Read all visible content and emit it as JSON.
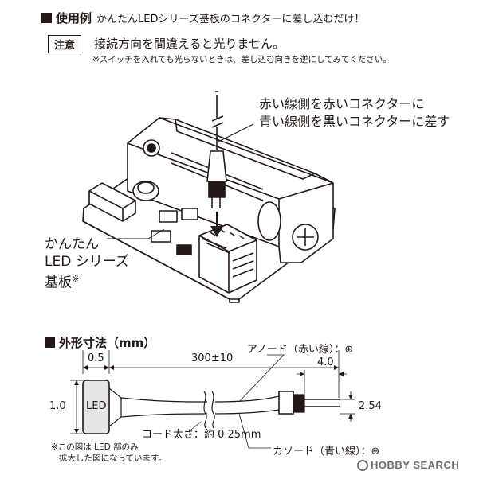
{
  "usage": {
    "heading": "使用例",
    "heading_tail": "かんたんLEDシリーズ基板のコネクターに差し込むだけ！",
    "caution_badge": "注意",
    "caution_text": "接続方向を間違えると光りません。",
    "caution_sub": "※スイッチを入れても光らないときは、差し込む向きを逆にしてみてください。",
    "callout_line1": "赤い線側を赤いコネクターに",
    "callout_line2": "青い線側を黒いコネクターに差す",
    "board_label_line1": "かんたん",
    "board_label_line2": "LED シリーズ",
    "board_label_line3": "基板",
    "board_label_mark": "※"
  },
  "dimensions": {
    "heading": "外形寸法（mm）",
    "dim_05": "0.5",
    "dim_300": "300±10",
    "anode_label": "アノード（赤い線）：⊕",
    "dim_40": "4.0",
    "dim_10": "1.0",
    "led_label": "LED",
    "dim_254": "2.54",
    "cord_label": "コード太さ：約 0.25mm",
    "note_line1": "※この図は LED 部のみ",
    "note_line2": "拡大した図になっています。",
    "cathode_label": "カソード（青い線）：⊖"
  },
  "logo": {
    "text": "HOBBY SEARCH"
  }
}
